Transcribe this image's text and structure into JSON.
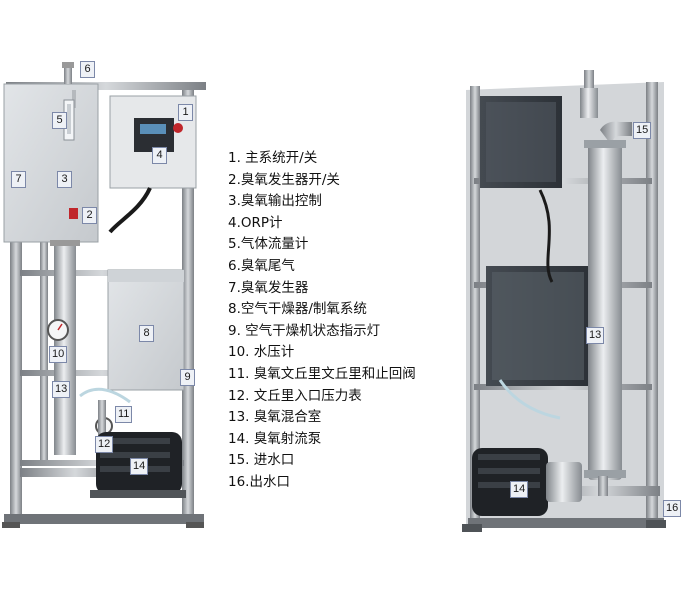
{
  "legend": [
    "1. 主系统开/关",
    "2.臭氧发生器开/关",
    "3.臭氧输出控制",
    "4.ORP计",
    "5.气体流量计",
    "6.臭氧尾气",
    "7.臭氧发生器",
    "8.空气干燥器/制氧系统",
    "9. 空气干燥机状态指示灯",
    "10. 水压计",
    "11. 臭氧文丘里文丘里和止回阀",
    "12. 文丘里入口压力表",
    "13. 臭氧混合室",
    "14. 臭氧射流泵",
    "15. 进水口",
    "16.出水口"
  ],
  "callouts": {
    "front": [
      "1",
      "2",
      "3",
      "4",
      "5",
      "6",
      "7",
      "8",
      "9",
      "10",
      "11",
      "12",
      "13",
      "14"
    ],
    "back": [
      "13",
      "14",
      "15",
      "16"
    ]
  },
  "colors": {
    "frame": "#8d9196",
    "panel": "#d8dcdf",
    "pump": "#1f2226",
    "callout_border": "#7c88a8",
    "callout_fill": "#eef1f6"
  }
}
